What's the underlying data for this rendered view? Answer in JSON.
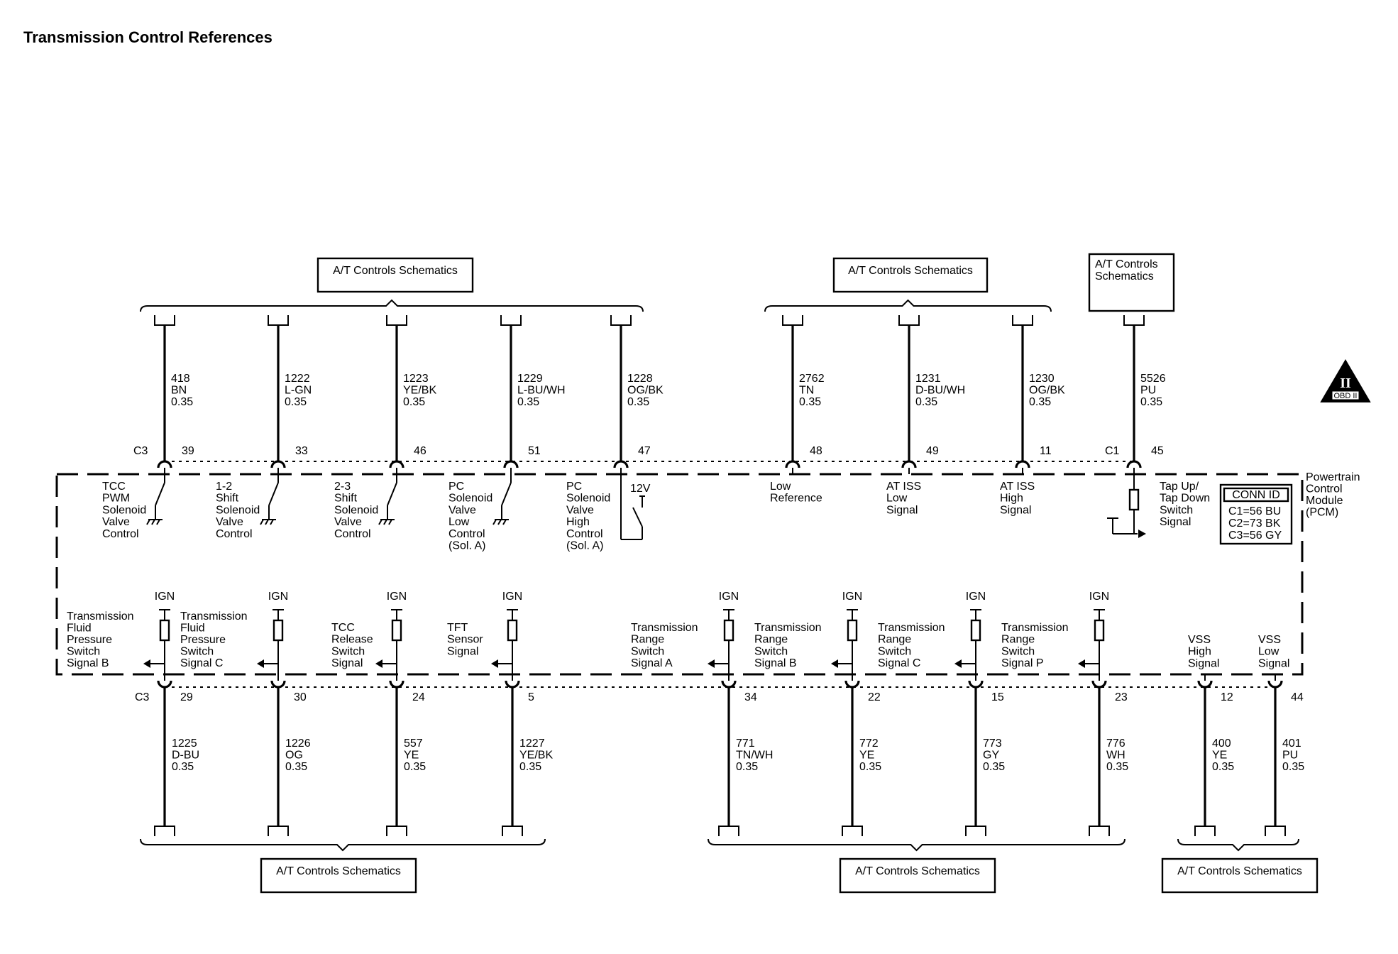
{
  "title": "Transmission Control References",
  "schematic_label": "A/T Controls Schematics",
  "schematic_label_two_line": [
    "A/T Controls",
    "Schematics"
  ],
  "module_label": [
    "Powertrain",
    "Control",
    "Module",
    "(PCM)"
  ],
  "conn_id": {
    "header": "CONN ID",
    "rows": [
      "C1=56 BU",
      "C2=73 BK",
      "C3=56 GY"
    ]
  },
  "obd": {
    "symbol": "II",
    "label": "OBD II"
  },
  "connectors": {
    "c3": "C3",
    "c1": "C1"
  },
  "supply": {
    "v12": "12V",
    "ign": "IGN"
  },
  "top_circuits": [
    {
      "pin": "39",
      "wire": [
        "418",
        "BN",
        "0.35"
      ],
      "label": [
        "TCC",
        "PWM",
        "Solenoid",
        "Valve",
        "Control"
      ]
    },
    {
      "pin": "33",
      "wire": [
        "1222",
        "L-GN",
        "0.35"
      ],
      "label": [
        "1-2",
        "Shift",
        "Solenoid",
        "Valve",
        "Control"
      ]
    },
    {
      "pin": "46",
      "wire": [
        "1223",
        "YE/BK",
        "0.35"
      ],
      "label": [
        "2-3",
        "Shift",
        "Solenoid",
        "Valve",
        "Control"
      ]
    },
    {
      "pin": "51",
      "wire": [
        "1229",
        "L-BU/WH",
        "0.35"
      ],
      "label": [
        "PC",
        "Solenoid",
        "Valve",
        "Low",
        "Control",
        "(Sol. A)"
      ]
    },
    {
      "pin": "47",
      "wire": [
        "1228",
        "OG/BK",
        "0.35"
      ],
      "label": [
        "PC",
        "Solenoid",
        "Valve",
        "High",
        "Control",
        "(Sol. A)"
      ]
    },
    {
      "pin": "48",
      "wire": [
        "2762",
        "TN",
        "0.35"
      ],
      "label": [
        "Low",
        "Reference"
      ]
    },
    {
      "pin": "49",
      "wire": [
        "1231",
        "D-BU/WH",
        "0.35"
      ],
      "label": [
        "AT ISS",
        "Low",
        "Signal"
      ]
    },
    {
      "pin": "11",
      "wire": [
        "1230",
        "OG/BK",
        "0.35"
      ],
      "label": [
        "AT ISS",
        "High",
        "Signal"
      ]
    },
    {
      "pin": "45",
      "wire": [
        "5526",
        "PU",
        "0.35"
      ],
      "label": [
        "Tap Up/",
        "Tap Down",
        "Switch",
        "Signal"
      ]
    }
  ],
  "bottom_circuits": [
    {
      "pin": "29",
      "wire": [
        "1225",
        "D-BU",
        "0.35"
      ],
      "label": [
        "Transmission",
        "Fluid",
        "Pressure",
        "Switch",
        "Signal B"
      ]
    },
    {
      "pin": "30",
      "wire": [
        "1226",
        "OG",
        "0.35"
      ],
      "label": [
        "Transmission",
        "Fluid",
        "Pressure",
        "Switch",
        "Signal C"
      ]
    },
    {
      "pin": "24",
      "wire": [
        "557",
        "YE",
        "0.35"
      ],
      "label": [
        "TCC",
        "Release",
        "Switch",
        "Signal"
      ]
    },
    {
      "pin": "5",
      "wire": [
        "1227",
        "YE/BK",
        "0.35"
      ],
      "label": [
        "TFT",
        "Sensor",
        "Signal"
      ]
    },
    {
      "pin": "34",
      "wire": [
        "771",
        "TN/WH",
        "0.35"
      ],
      "label": [
        "Transmission",
        "Range",
        "Switch",
        "Signal A"
      ]
    },
    {
      "pin": "22",
      "wire": [
        "772",
        "YE",
        "0.35"
      ],
      "label": [
        "Transmission",
        "Range",
        "Switch",
        "Signal B"
      ]
    },
    {
      "pin": "15",
      "wire": [
        "773",
        "GY",
        "0.35"
      ],
      "label": [
        "Transmission",
        "Range",
        "Switch",
        "Signal C"
      ]
    },
    {
      "pin": "23",
      "wire": [
        "776",
        "WH",
        "0.35"
      ],
      "label": [
        "Transmission",
        "Range",
        "Switch",
        "Signal P"
      ]
    },
    {
      "pin": "12",
      "wire": [
        "400",
        "YE",
        "0.35"
      ],
      "label": [
        "VSS",
        "High",
        "Signal"
      ]
    },
    {
      "pin": "44",
      "wire": [
        "401",
        "PU",
        "0.35"
      ],
      "label": [
        "VSS",
        "Low",
        "Signal"
      ]
    }
  ]
}
